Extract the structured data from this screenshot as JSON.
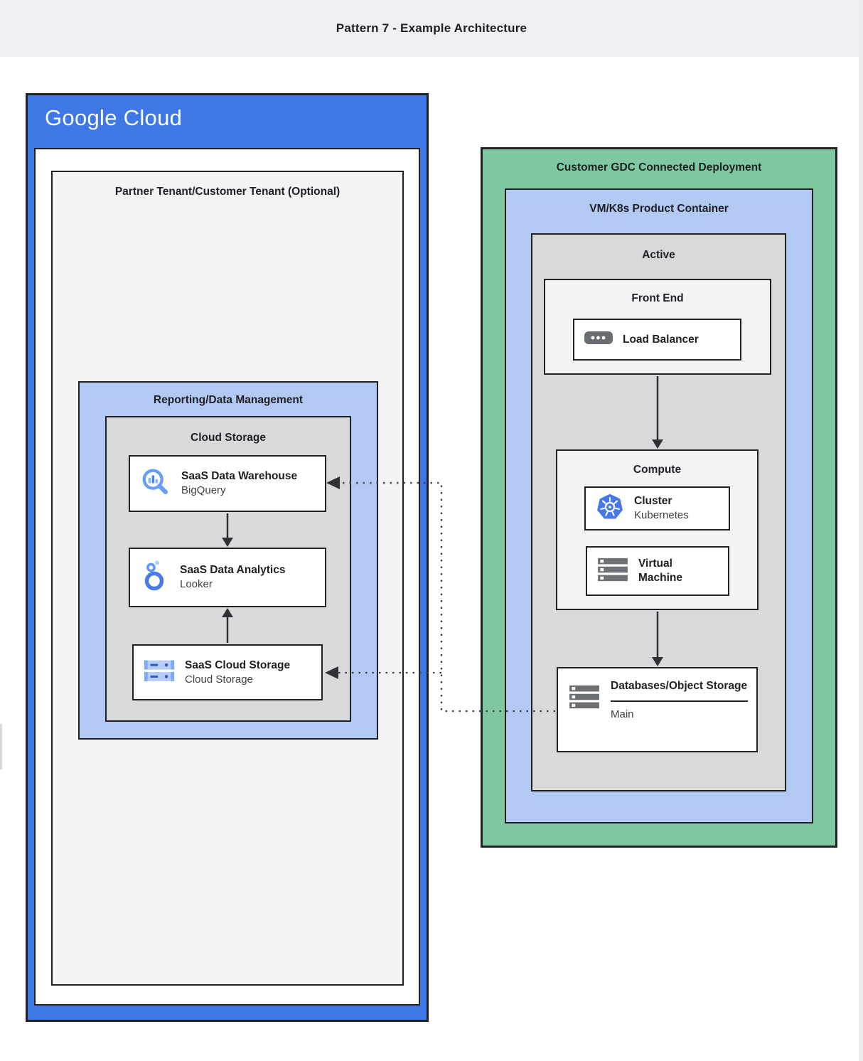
{
  "header": {
    "title": "Pattern 7 - Example Architecture"
  },
  "google_cloud": {
    "logo": "Google Cloud",
    "partner_tenant": {
      "title": "Partner Tenant/Customer Tenant (Optional)"
    },
    "reporting": {
      "title": "Reporting/Data Management"
    },
    "cloud_storage_group": {
      "title": "Cloud Storage"
    },
    "cards": {
      "warehouse": {
        "title": "SaaS Data Warehouse",
        "subtitle": "BigQuery",
        "icon": "bigquery-icon"
      },
      "analytics": {
        "title": "SaaS Data Analytics",
        "subtitle": "Looker",
        "icon": "looker-icon"
      },
      "storage": {
        "title": "SaaS Cloud Storage",
        "subtitle": "Cloud Storage",
        "icon": "cloud-storage-icon"
      }
    }
  },
  "gdc": {
    "title": "Customer GDC Connected Deployment",
    "vmk8s_container": {
      "title": "VM/K8s Product Container"
    },
    "active": {
      "title": "Active"
    },
    "front_end": {
      "title": "Front End",
      "load_balancer": {
        "title": "Load Balancer",
        "icon": "load-balancer-icon"
      }
    },
    "compute": {
      "title": "Compute",
      "cluster": {
        "title": "Cluster",
        "subtitle": "Kubernetes",
        "icon": "kubernetes-icon"
      },
      "virtual_machine": {
        "title": "Virtual Machine",
        "icon": "virtual-machine-icon"
      }
    },
    "databases": {
      "title": "Databases/Object Storage",
      "label": "Main",
      "icon": "databases-icon"
    }
  },
  "colors": {
    "blue": "#3d78e4",
    "light_blue": "#b1c9f3",
    "green": "#7fc8a2",
    "gray": "#d7d9db",
    "panel": "#f1f3f4",
    "border": "#1f2123",
    "header_bg": "#eef0f3",
    "title": "#202124",
    "subtitle": "#3c4043"
  }
}
